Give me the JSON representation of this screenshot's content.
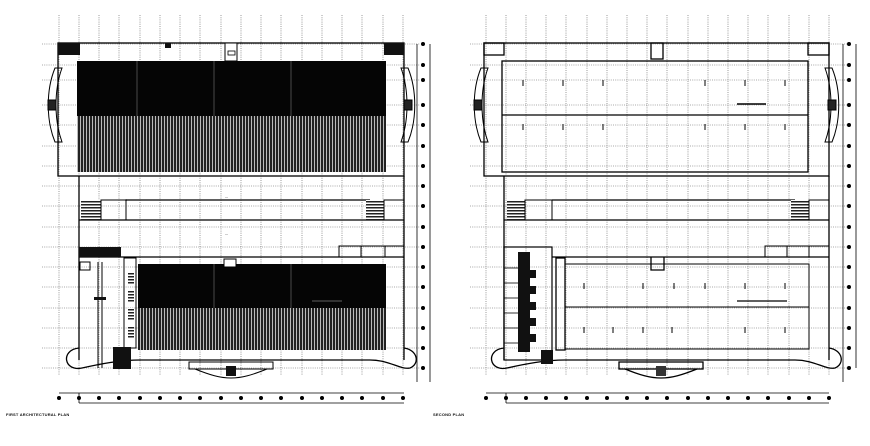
{
  "drawing": {
    "type": "architectural-floor-plans",
    "background": "#ffffff",
    "line_color": "#000000",
    "grid_color": "#555555",
    "plans": [
      {
        "id": "plan-left",
        "caption": "FIRST ARCHITECTURAL PLAN",
        "style": "filled-seating",
        "grid_columns": 18,
        "grid_rows": 13
      },
      {
        "id": "plan-right",
        "caption": "SECOND PLAN",
        "style": "outline",
        "grid_columns": 18,
        "grid_rows": 13
      }
    ]
  }
}
